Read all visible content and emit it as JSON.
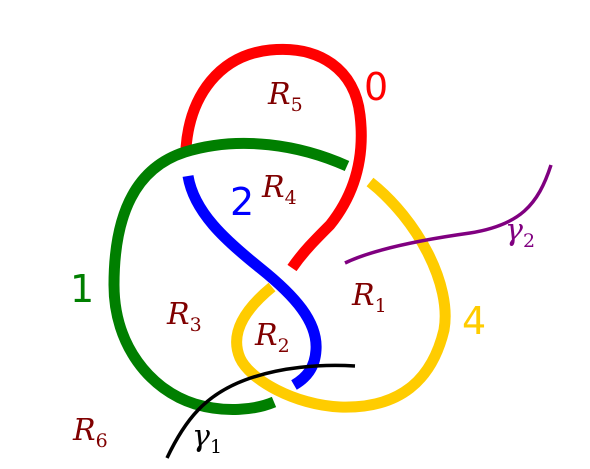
{
  "colors": {
    "arc_0": "#ff0000",
    "arc_1": "#007f00",
    "arc_2": "#0000ff",
    "arc_4": "#ffcc00",
    "gamma_1": "#000000",
    "gamma_2": "#800080",
    "region_label": "#800000"
  },
  "arcs": [
    {
      "id": "0",
      "label": "0",
      "color_key": "arc_0"
    },
    {
      "id": "1",
      "label": "1",
      "color_key": "arc_1"
    },
    {
      "id": "2",
      "label": "2",
      "color_key": "arc_2"
    },
    {
      "id": "4",
      "label": "4",
      "color_key": "arc_4"
    }
  ],
  "regions": [
    {
      "name": "R",
      "sub": "1"
    },
    {
      "name": "R",
      "sub": "2"
    },
    {
      "name": "R",
      "sub": "3"
    },
    {
      "name": "R",
      "sub": "4"
    },
    {
      "name": "R",
      "sub": "5"
    },
    {
      "name": "R",
      "sub": "6"
    }
  ],
  "paths": [
    {
      "name": "γ",
      "sub": "1",
      "color_key": "gamma_1"
    },
    {
      "name": "γ",
      "sub": "2",
      "color_key": "gamma_2"
    }
  ]
}
